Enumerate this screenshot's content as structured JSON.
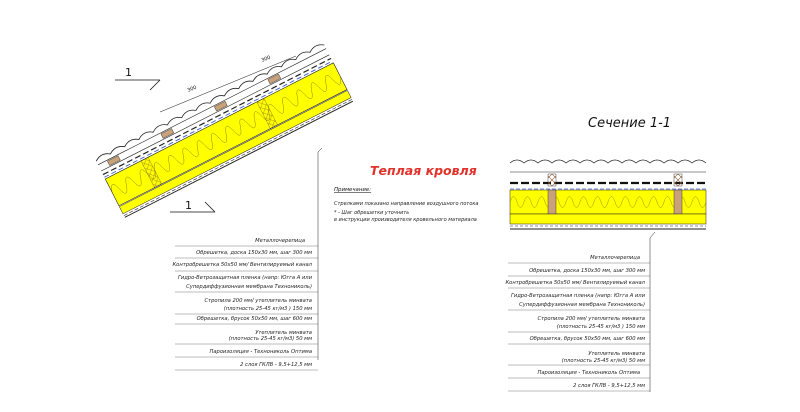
{
  "title": "Теплая кровля",
  "section_title": "Сечение 1-1",
  "cut_marks": [
    "1",
    "1"
  ],
  "dimensions": [
    "300",
    "300"
  ],
  "notes": {
    "heading": "Примечание:",
    "lines": [
      "Стрелками показано направление воздушного потока",
      "* - Шаг обрешетки уточнить",
      "в инструкции производителя кровельного материала"
    ]
  },
  "left_layers": [
    "Металлочерепица",
    "Обрешетка, доска 150х30 мм, шаг 300 мм",
    "Контробрешетка 50х50 мм/ Вентилируемый канал",
    "Гидро-Ветрозащитная пленка (напр: Югга А или",
    "Супердиффузионная мембрана Технониколь)",
    "Стропила 200 мм/ утеплитель минвата",
    "(плотность 25-45 кг/м3 ) 150 мм",
    "Обрешетка, брусок 50х50 мм, шаг 600 мм",
    "Утеплитель минвата",
    "(плотность 25-45 кг/м3) 50 мм",
    "Пароизоляция - Технониколь Оптима",
    "2 слоя ГКЛВ - 9,5+12,5 мм"
  ],
  "right_layers": [
    "Металлочерепица",
    "Обрешетка, доска 150х30 мм, шаг 300 мм",
    "Контробрешетка 50х50 мм/ Вентилируемый канал",
    "Гидро-Ветрозащитная пленка (напр: Югга А или",
    "Супердиффузионная мембрана Технониколь)",
    "Стропила 200 мм/ утеплитель минвата",
    "(плотность 25-45 кг/м3 ) 150 мм",
    "Обрешетка, брусок 50х50 мм, шаг 600 мм",
    "Утеплитель минвата",
    "(плотность 25-45 кг/м3) 50 мм",
    "Пароизоляция - Технониколь Оптима",
    "2 слоя ГКЛВ - 9,5+12,5 мм"
  ],
  "colors": {
    "insulation": "#ffff00",
    "title": "#e0322a",
    "wood": "#c9a27a",
    "line": "#222222"
  }
}
